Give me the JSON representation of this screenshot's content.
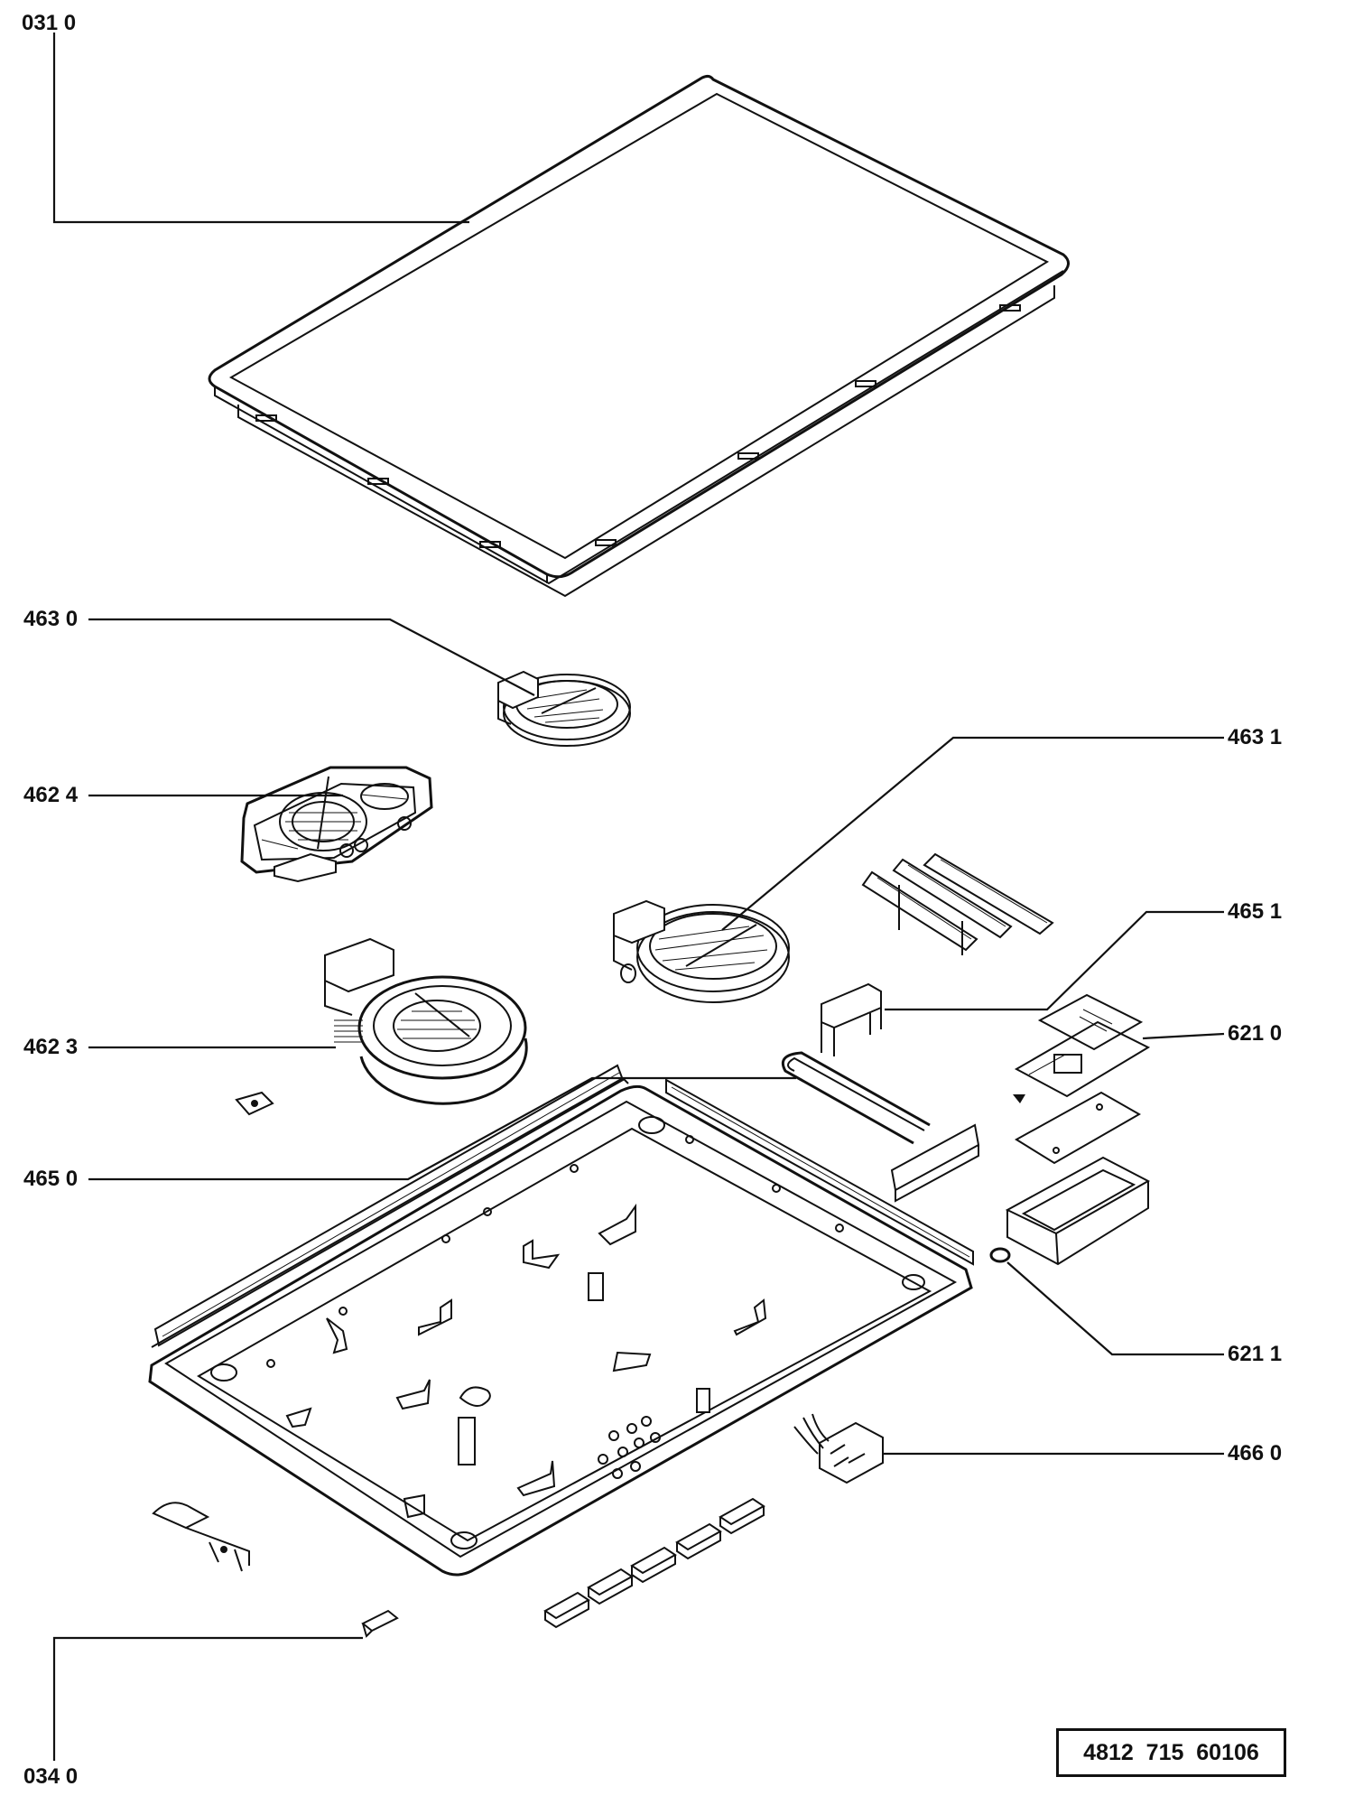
{
  "labels": {
    "p0310": "031 0",
    "p4630": "463 0",
    "p4624": "462 4",
    "p4631": "463 1",
    "p4651": "465 1",
    "p4623": "462 3",
    "p6210": "621 0",
    "p4650": "465 0",
    "p6211": "621 1",
    "p4660": "466 0",
    "p0340": "034 0"
  },
  "document_number": "4812  715  60106",
  "colors": {
    "ink": "#111111",
    "paper": "#ffffff"
  }
}
